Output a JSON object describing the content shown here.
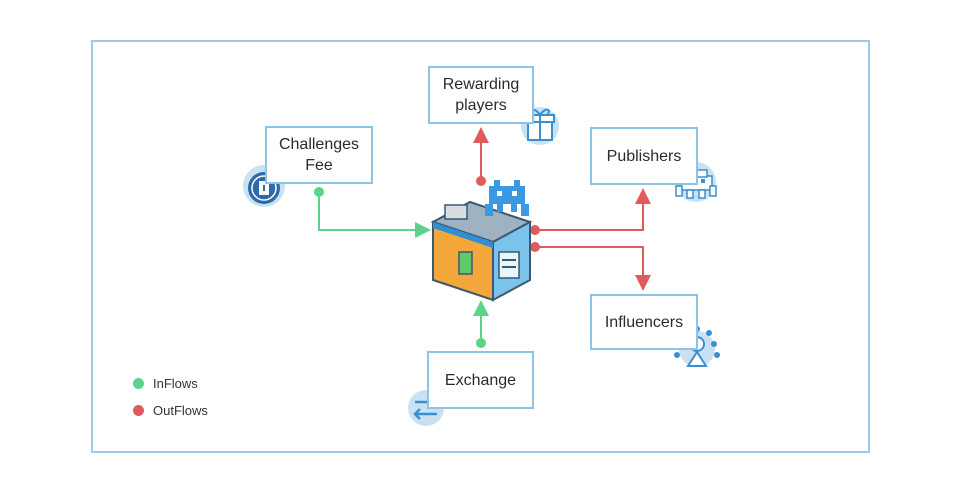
{
  "nodes": {
    "rewarding": {
      "line1": "Rewarding",
      "line2": "players",
      "icon": "gift-icon"
    },
    "challenges": {
      "line1": "Challenges",
      "line2": "Fee",
      "icon": "coin-icon"
    },
    "publishers": {
      "label": "Publishers",
      "icon": "space-invader-icon"
    },
    "influencers": {
      "label": "Influencers",
      "icon": "network-person-icon"
    },
    "exchange": {
      "label": "Exchange",
      "icon": "exchange-arrows-icon"
    }
  },
  "legend": {
    "inflows": {
      "label": "InFlows",
      "color": "#5cd38a"
    },
    "outflows": {
      "label": "OutFlows",
      "color": "#e05c5c"
    }
  },
  "colors": {
    "inflow": "#5cd38a",
    "outflow": "#e05c5c",
    "border": "#9ecae6",
    "icon_bg": "#c9e2f3",
    "icon_fg": "#3a8fd0"
  }
}
